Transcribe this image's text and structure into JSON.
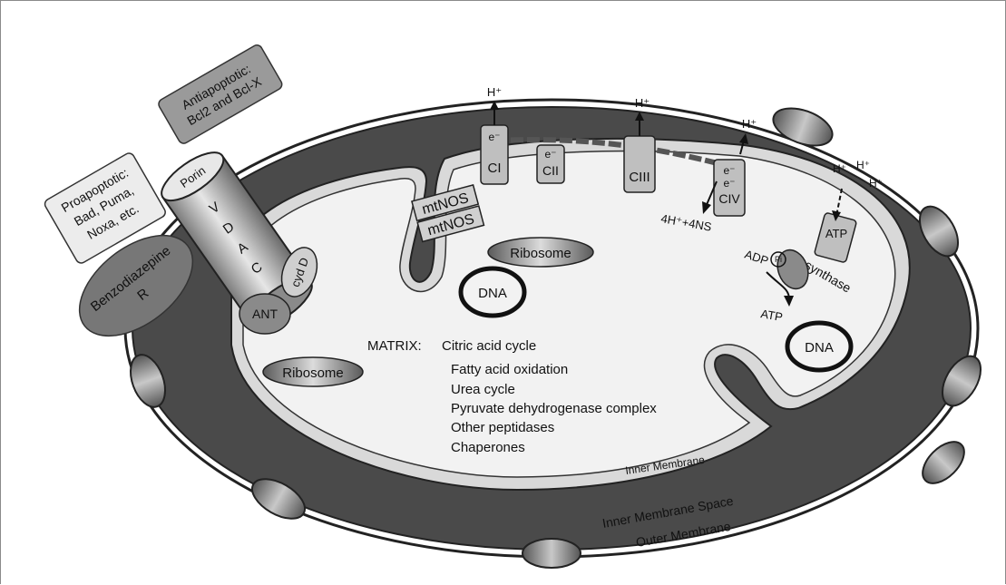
{
  "colors": {
    "outer_membrane": "#ffffff",
    "intermembrane_space": "#4a4a4a",
    "inner_membrane": "#d9d9d9",
    "matrix": "#f2f2f2",
    "complex_fill": "#bfbfbf",
    "protein_fill": "#7a7a7a"
  },
  "labels": {
    "proapoptotic": [
      "Proapoptotic:",
      "Bad, Puma,",
      "Noxa, etc."
    ],
    "antiapoptotic": [
      "Antiapoptotic:",
      "Bcl2 and Bcl-X"
    ],
    "porin": "Porin",
    "vdac": [
      "V",
      "D",
      "A",
      "C"
    ],
    "benzodiazepine_r": [
      "Benzodiazepine",
      "R"
    ],
    "ant": "ANT",
    "cyclophilin_d": "cyd D",
    "mtnos": [
      "mtNOS",
      "mtNOS"
    ],
    "ribosome": "Ribosome",
    "dna": "DNA",
    "proton": "H⁺",
    "electron": "e⁻",
    "complexes": [
      "CI",
      "CII",
      "CIII",
      "CIV"
    ],
    "water_reaction": "4H⁺+4NS",
    "atp_synthase": [
      "ATP",
      "synthase"
    ],
    "adp_pi": "ADP",
    "pi": "Pi",
    "atp": "ATP",
    "matrix_title": "MATRIX:",
    "matrix_items": [
      "Citric acid cycle",
      "Fatty acid oxidation",
      "Urea cycle",
      "Pyruvate dehydrogenase complex",
      "Other peptidases",
      "Chaperones"
    ],
    "inner_membrane": "Inner Membrane",
    "intermembrane_space": "Inner Membrane Space",
    "outer_membrane": "Outer Membrane"
  }
}
